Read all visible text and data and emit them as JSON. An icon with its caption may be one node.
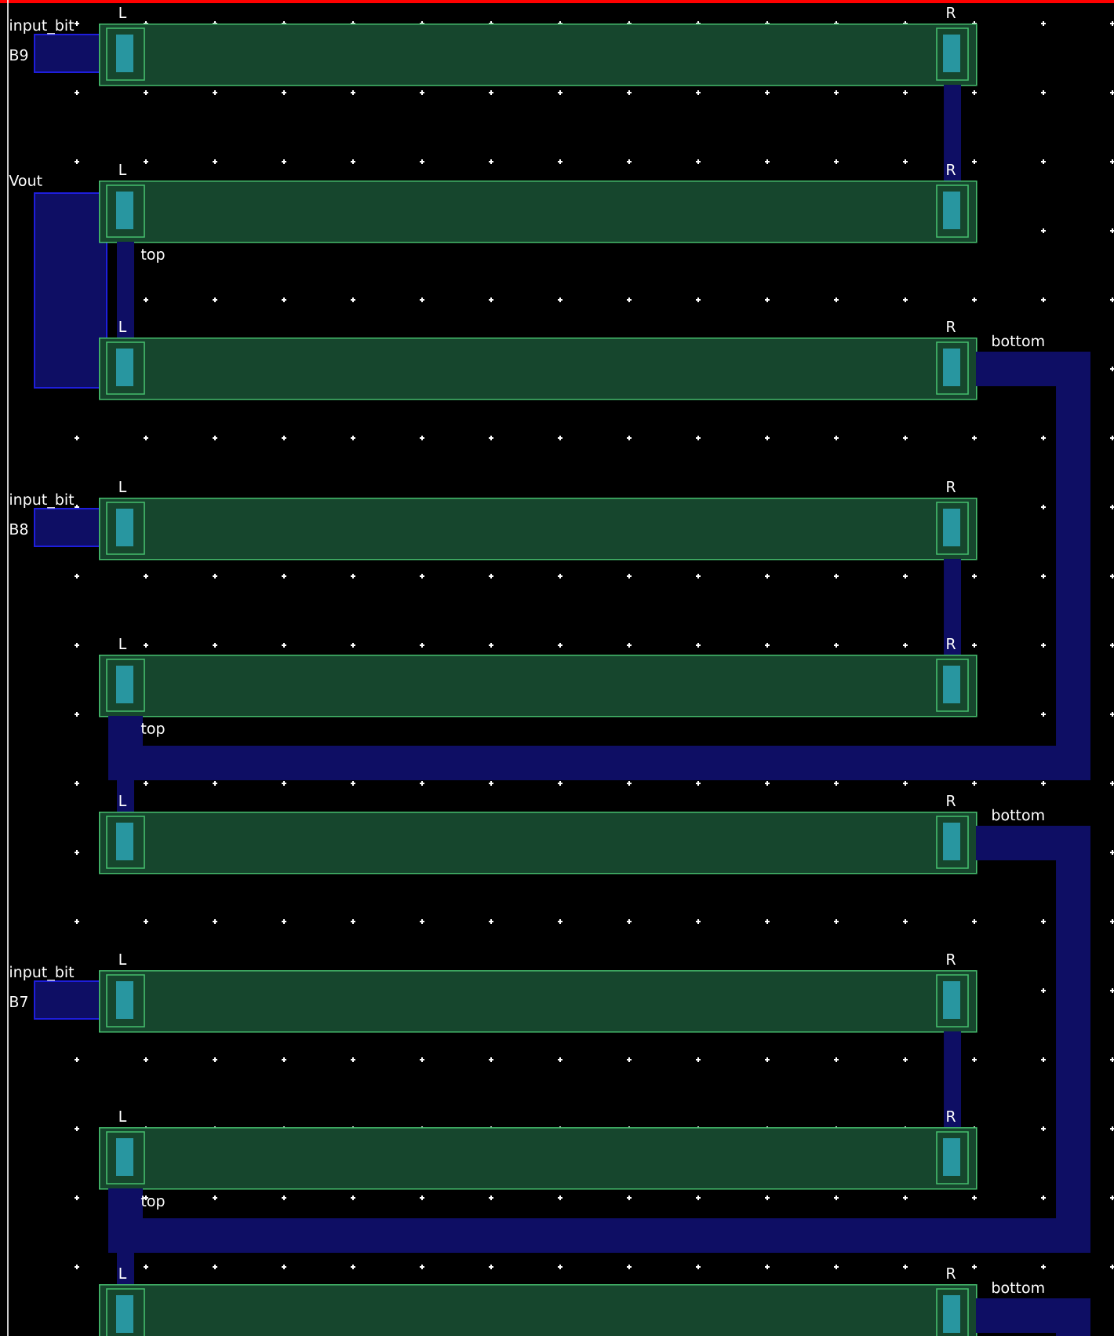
{
  "diagram": {
    "nodes": [
      {
        "text": [],
        "shape": "bar",
        "beside": [
          "L",
          "R"
        ]
      },
      {
        "text": [],
        "shape": "bar",
        "beside": [
          "L",
          "R"
        ]
      },
      {
        "text": [],
        "shape": "bar",
        "beside": [
          "L",
          "R"
        ]
      },
      {
        "text": [],
        "shape": "bar",
        "beside": [
          "L",
          "R"
        ]
      },
      {
        "text": [],
        "shape": "bar",
        "beside": [
          "L",
          "R"
        ]
      },
      {
        "text": [],
        "shape": "bar",
        "beside": [
          "L",
          "R"
        ]
      },
      {
        "text": [],
        "shape": "bar",
        "beside": [
          "L",
          "R"
        ]
      },
      {
        "text": [],
        "shape": "bar",
        "beside": [
          "L",
          "R"
        ]
      },
      {
        "text": [],
        "shape": "bar",
        "beside": [
          "L",
          "R"
        ]
      }
    ],
    "edges": [
      {
        "from": 0,
        "to": 1,
        "arrow": "none"
      },
      {
        "from": 1,
        "to": 2,
        "arrow": "none"
      },
      {
        "from": 2,
        "to": 4,
        "arrow": "none",
        "style": "thick"
      },
      {
        "from": 3,
        "to": 4,
        "arrow": "none"
      },
      {
        "from": 4,
        "to": 5,
        "arrow": "none"
      },
      {
        "from": 5,
        "to": 7,
        "arrow": "none",
        "style": "thick"
      },
      {
        "from": 6,
        "to": 7,
        "arrow": "none"
      },
      {
        "from": 7,
        "to": 8,
        "arrow": "none"
      },
      {
        "from": 8,
        "to": null,
        "arrow": "none",
        "style": "thick"
      }
    ],
    "labels": [
      "input_bit",
      "B9",
      "Vout",
      "top",
      "bottom",
      "input_bit",
      "B8",
      "top",
      "bottom",
      "input_bit",
      "B7",
      "top",
      "bottom"
    ]
  }
}
